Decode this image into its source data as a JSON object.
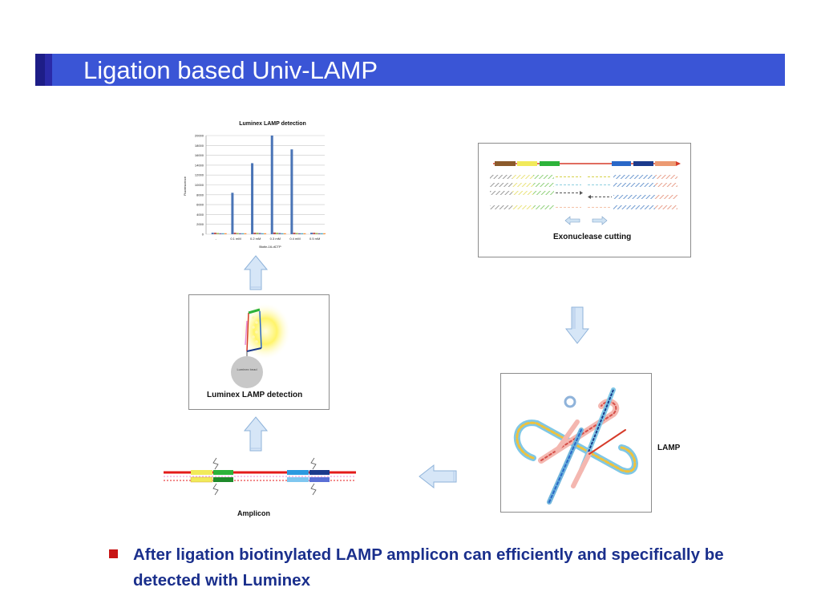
{
  "slide": {
    "title": "Ligation based Univ-LAMP",
    "bullet": "After ligation biotinylated LAMP amplicon can efficiently and specifically be detected with Luminex"
  },
  "panels": {
    "exonuclease_label": "Exonuclease cutting",
    "luminex_label": "Luminex LAMP detection",
    "lamp_label": "LAMP",
    "amplicon_label": "Amplicon",
    "bead_label": "Luminex bead"
  },
  "chart_data": {
    "type": "bar",
    "title": "Luminex LAMP detection",
    "xlabel": "Biotin-16-dCTP",
    "ylabel": "Fluorescence",
    "categories": [
      "-",
      "0.1 mM",
      "0.2 mM",
      "0.3 mM",
      "0.4 mM",
      "0.5 mM"
    ],
    "ylim": [
      0,
      20000
    ],
    "yticks": [
      "0",
      "2000",
      "4000",
      "6000",
      "8000",
      "10000",
      "12000",
      "14000",
      "16000",
      "18000",
      "20000"
    ],
    "series": [
      {
        "values": [
          300,
          8400,
          14400,
          20000,
          17200,
          300
        ],
        "color": "#4a74b6"
      },
      {
        "values": [
          300,
          300,
          300,
          350,
          300,
          300
        ],
        "color": "#c0504d"
      },
      {
        "values": [
          250,
          250,
          300,
          300,
          250,
          250
        ],
        "color": "#9bbb59"
      },
      {
        "values": [
          200,
          200,
          250,
          250,
          200,
          200
        ],
        "color": "#8064a2"
      },
      {
        "values": [
          200,
          200,
          200,
          200,
          200,
          200
        ],
        "color": "#4bacc6"
      },
      {
        "values": [
          200,
          200,
          200,
          200,
          200,
          200
        ],
        "color": "#f79646"
      }
    ],
    "grid": true
  },
  "colors": {
    "title_bar": "#3a55d6",
    "bullet_text": "#1a2f8c",
    "bullet_marker": "#c81515",
    "arrow_fill": "#d6e6f7"
  }
}
